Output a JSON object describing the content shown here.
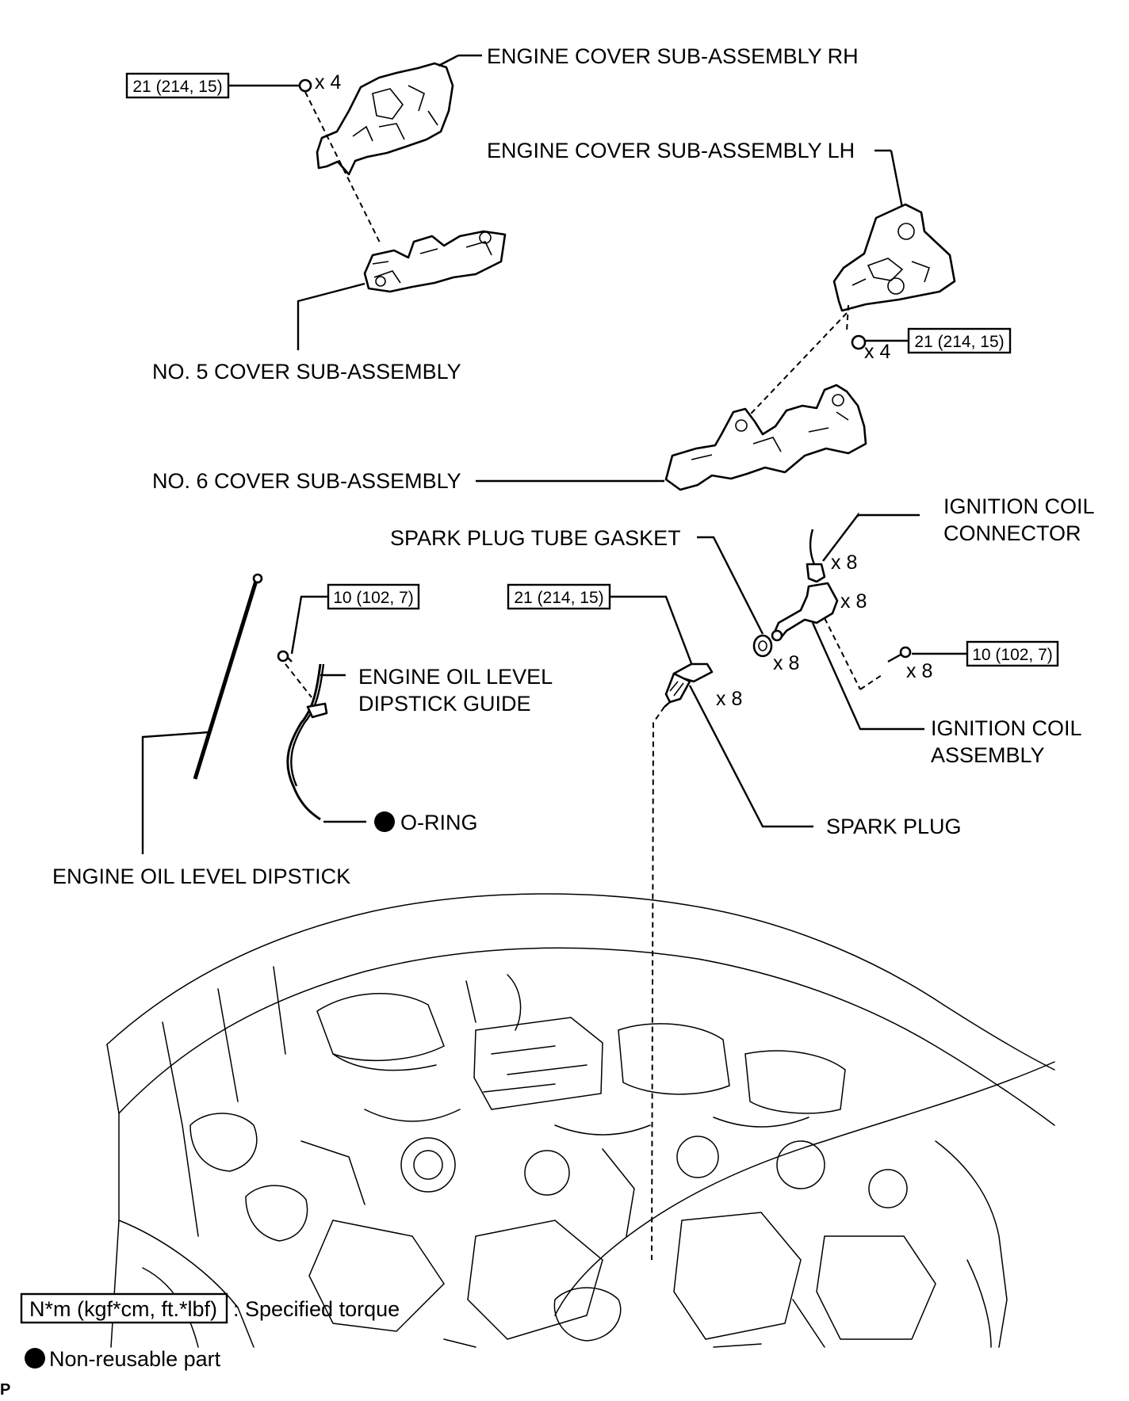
{
  "labels": {
    "engine_cover_rh": "ENGINE COVER SUB-ASSEMBLY RH",
    "engine_cover_lh": "ENGINE COVER SUB-ASSEMBLY LH",
    "no5_cover": "NO. 5 COVER SUB-ASSEMBLY",
    "no6_cover": "NO. 6 COVER SUB-ASSEMBLY",
    "ignition_coil_connector_1": "IGNITION COIL",
    "ignition_coil_connector_2": "CONNECTOR",
    "spark_plug_tube_gasket": "SPARK PLUG TUBE GASKET",
    "dipstick_guide_1": "ENGINE OIL LEVEL",
    "dipstick_guide_2": "DIPSTICK GUIDE",
    "ignition_coil_assembly_1": "IGNITION COIL",
    "ignition_coil_assembly_2": "ASSEMBLY",
    "o_ring": "O-RING",
    "spark_plug": "SPARK PLUG",
    "dipstick": "ENGINE OIL LEVEL DIPSTICK"
  },
  "torques": {
    "cover_rh_nut": "21 (214, 15)",
    "cover_lh_nut": "21 (214, 15)",
    "dipstick_guide_bolt": "10 (102, 7)",
    "spark_plug": "21 (214, 15)",
    "ignition_coil_bolt": "10 (102, 7)"
  },
  "quantities": {
    "cover_rh_nut": "x 4",
    "cover_lh_nut": "x 4",
    "connector": "x 8",
    "coil": "x 8",
    "gasket": "x 8",
    "spark_plug": "x 8",
    "coil_bolt": "x 8"
  },
  "legend": {
    "torque_box": "N*m (kgf*cm, ft.*lbf)",
    "torque_text": ": Specified torque",
    "non_reusable": "Non-reusable part"
  },
  "corner_mark": "P"
}
